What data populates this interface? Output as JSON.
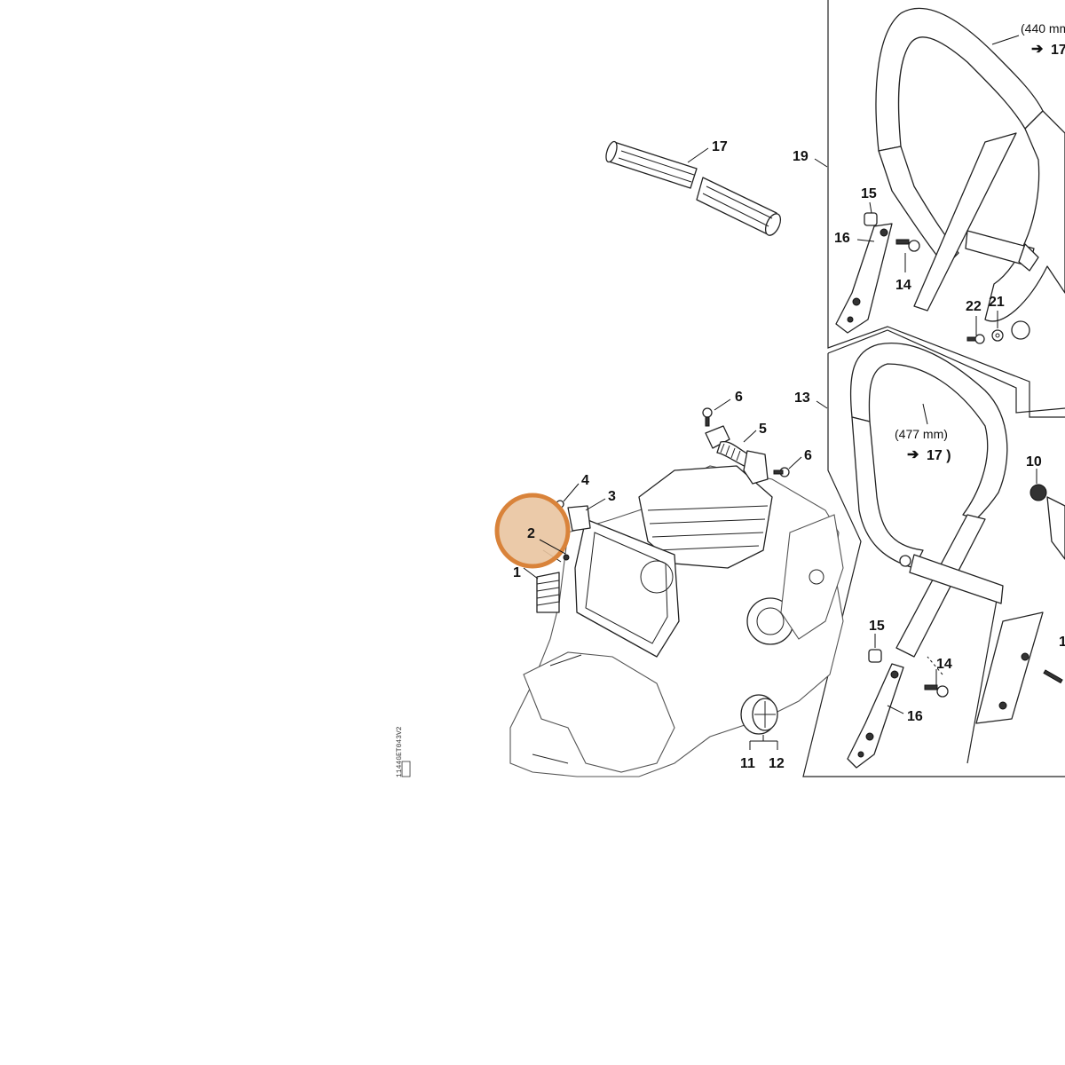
{
  "labels": {
    "n1": "1",
    "n2": "2",
    "n3": "3",
    "n4": "4",
    "n5": "5",
    "n6a": "6",
    "n6b": "6",
    "n10": "10",
    "n11": "11",
    "n12": "12",
    "n13": "13",
    "n14a": "14",
    "n14b": "14",
    "n15a": "15",
    "n15b": "15",
    "n16a": "16",
    "n16b": "16",
    "n17": "17",
    "n19": "19",
    "n21": "21",
    "n22": "22",
    "n_edge": "1"
  },
  "measurements": {
    "short_bar": "(440 mm",
    "short_ref": "17",
    "long_bar": "(477 mm)",
    "long_ref": "17 )",
    "arrow_glyph": "➔"
  },
  "drawing_code": "1144GET043V2",
  "highlight": {
    "label": "2",
    "color": "#e9c4a0",
    "ring_color": "#d9833a"
  }
}
